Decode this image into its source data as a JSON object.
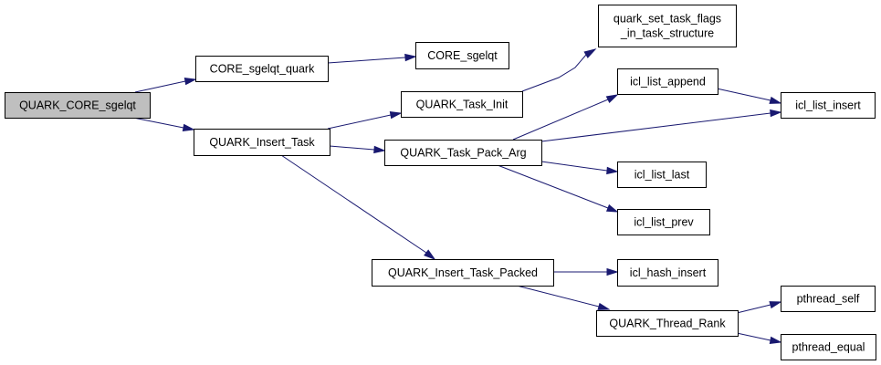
{
  "diagram": {
    "node_fill": "#ffffff",
    "root_fill": "#bfbfbf",
    "border_color": "#000000",
    "edge_color": "#191970",
    "nodes": [
      {
        "id": "quark_core_sgelqt",
        "lines": [
          "QUARK_CORE_sgelqt"
        ],
        "root": true
      },
      {
        "id": "core_sgelqt_quark",
        "lines": [
          "CORE_sgelqt_quark"
        ]
      },
      {
        "id": "core_sgelqt",
        "lines": [
          "CORE_sgelqt"
        ]
      },
      {
        "id": "quark_insert_task",
        "lines": [
          "QUARK_Insert_Task"
        ]
      },
      {
        "id": "quark_task_init",
        "lines": [
          "QUARK_Task_Init"
        ]
      },
      {
        "id": "quark_set_task_flags",
        "lines": [
          "quark_set_task_flags",
          "_in_task_structure"
        ]
      },
      {
        "id": "quark_task_pack_arg",
        "lines": [
          "QUARK_Task_Pack_Arg"
        ]
      },
      {
        "id": "icl_list_append",
        "lines": [
          "icl_list_append"
        ]
      },
      {
        "id": "icl_list_insert",
        "lines": [
          "icl_list_insert"
        ]
      },
      {
        "id": "icl_list_last",
        "lines": [
          "icl_list_last"
        ]
      },
      {
        "id": "icl_list_prev",
        "lines": [
          "icl_list_prev"
        ]
      },
      {
        "id": "quark_insert_task_packed",
        "lines": [
          "QUARK_Insert_Task_Packed"
        ]
      },
      {
        "id": "icl_hash_insert",
        "lines": [
          "icl_hash_insert"
        ]
      },
      {
        "id": "quark_thread_rank",
        "lines": [
          "QUARK_Thread_Rank"
        ]
      },
      {
        "id": "pthread_self",
        "lines": [
          "pthread_self"
        ]
      },
      {
        "id": "pthread_equal",
        "lines": [
          "pthread_equal"
        ]
      }
    ],
    "edges": [
      {
        "from": "quark_core_sgelqt",
        "to": "core_sgelqt_quark"
      },
      {
        "from": "quark_core_sgelqt",
        "to": "quark_insert_task"
      },
      {
        "from": "core_sgelqt_quark",
        "to": "core_sgelqt"
      },
      {
        "from": "quark_insert_task",
        "to": "quark_task_init"
      },
      {
        "from": "quark_insert_task",
        "to": "quark_task_pack_arg"
      },
      {
        "from": "quark_insert_task",
        "to": "quark_insert_task_packed"
      },
      {
        "from": "quark_task_init",
        "to": "quark_set_task_flags"
      },
      {
        "from": "quark_task_pack_arg",
        "to": "icl_list_append"
      },
      {
        "from": "quark_task_pack_arg",
        "to": "icl_list_insert"
      },
      {
        "from": "quark_task_pack_arg",
        "to": "icl_list_last"
      },
      {
        "from": "quark_task_pack_arg",
        "to": "icl_list_prev"
      },
      {
        "from": "icl_list_append",
        "to": "icl_list_insert"
      },
      {
        "from": "quark_insert_task_packed",
        "to": "icl_hash_insert"
      },
      {
        "from": "quark_insert_task_packed",
        "to": "quark_thread_rank"
      },
      {
        "from": "quark_thread_rank",
        "to": "pthread_self"
      },
      {
        "from": "quark_thread_rank",
        "to": "pthread_equal"
      }
    ]
  }
}
